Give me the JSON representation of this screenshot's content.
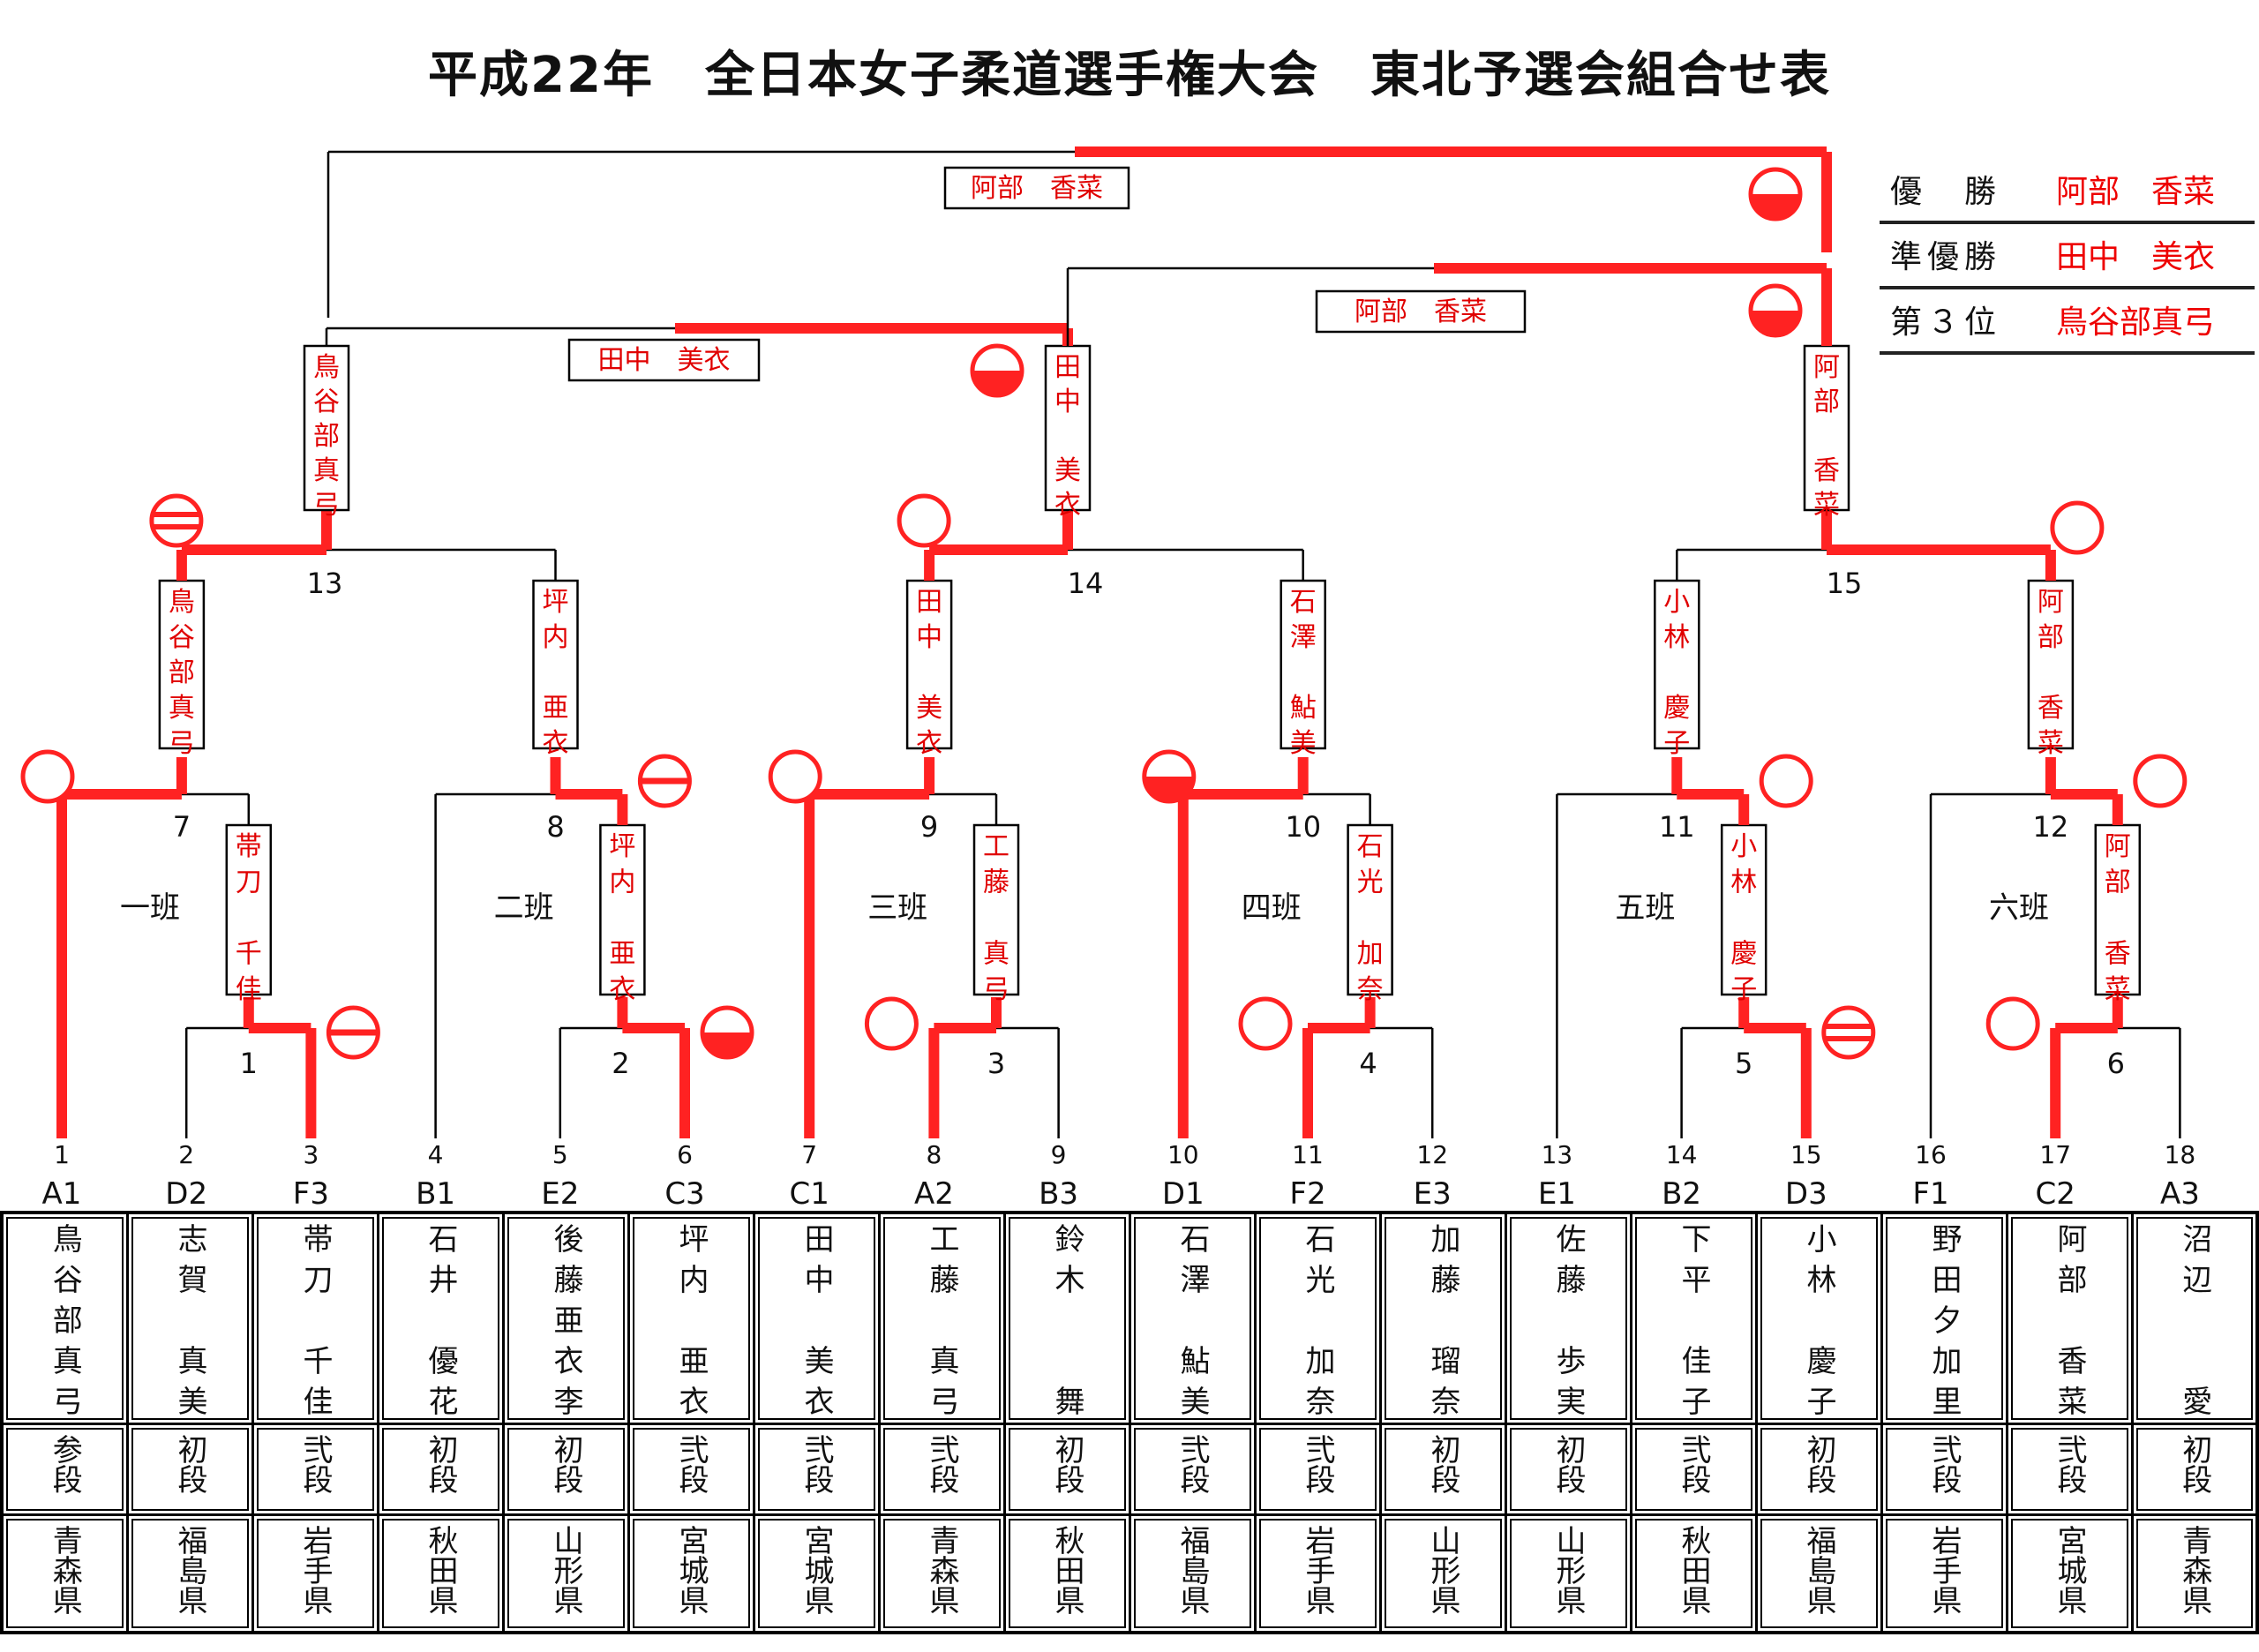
{
  "title": "平成22年　全日本女子柔道選手権大会　東北予選会組合せ表",
  "results": [
    {
      "label": "優　勝",
      "value": "阿部　香菜"
    },
    {
      "label": "準優勝",
      "value": "田中　美衣"
    },
    {
      "label": "第３位",
      "value": "鳥谷部真弓"
    }
  ],
  "groups": [
    "一班",
    "二班",
    "三班",
    "四班",
    "五班",
    "六班"
  ],
  "matches": [
    "1",
    "2",
    "3",
    "4",
    "5",
    "6",
    "7",
    "8",
    "9",
    "10",
    "11",
    "12",
    "13",
    "14",
    "15"
  ],
  "players": [
    {
      "num": "1",
      "code": "A1",
      "name": "鳥谷部真弓",
      "rank": "参段",
      "pref": "青森県"
    },
    {
      "num": "2",
      "code": "D2",
      "name": "志賀　真美",
      "rank": "初段",
      "pref": "福島県"
    },
    {
      "num": "3",
      "code": "F3",
      "name": "帯刀　千佳",
      "rank": "弐段",
      "pref": "岩手県"
    },
    {
      "num": "4",
      "code": "B1",
      "name": "石井　優花",
      "rank": "初段",
      "pref": "秋田県"
    },
    {
      "num": "5",
      "code": "E2",
      "name": "後藤亜衣李",
      "rank": "初段",
      "pref": "山形県"
    },
    {
      "num": "6",
      "code": "C3",
      "name": "坪内　亜衣",
      "rank": "弐段",
      "pref": "宮城県"
    },
    {
      "num": "7",
      "code": "C1",
      "name": "田中　美衣",
      "rank": "弐段",
      "pref": "宮城県"
    },
    {
      "num": "8",
      "code": "A2",
      "name": "工藤　真弓",
      "rank": "弐段",
      "pref": "青森県"
    },
    {
      "num": "9",
      "code": "B3",
      "name": "鈴木　　舞",
      "rank": "初段",
      "pref": "秋田県"
    },
    {
      "num": "10",
      "code": "D1",
      "name": "石澤　鮎美",
      "rank": "弐段",
      "pref": "福島県"
    },
    {
      "num": "11",
      "code": "F2",
      "name": "石光　加奈",
      "rank": "弐段",
      "pref": "岩手県"
    },
    {
      "num": "12",
      "code": "E3",
      "name": "加藤　瑠奈",
      "rank": "初段",
      "pref": "山形県"
    },
    {
      "num": "13",
      "code": "E1",
      "name": "佐藤　歩実",
      "rank": "初段",
      "pref": "山形県"
    },
    {
      "num": "14",
      "code": "B2",
      "name": "下平　佳子",
      "rank": "弐段",
      "pref": "秋田県"
    },
    {
      "num": "15",
      "code": "D3",
      "name": "小林　慶子",
      "rank": "初段",
      "pref": "福島県"
    },
    {
      "num": "16",
      "code": "F1",
      "name": "野田夕加里",
      "rank": "弐段",
      "pref": "岩手県"
    },
    {
      "num": "17",
      "code": "C2",
      "name": "阿部　香菜",
      "rank": "弐段",
      "pref": "宮城県"
    },
    {
      "num": "18",
      "code": "A3",
      "name": "沼辺　　愛",
      "rank": "初段",
      "pref": "青森県"
    }
  ],
  "winner_boxes": [
    {
      "id": "m1",
      "name": "帯刀　千佳"
    },
    {
      "id": "m2",
      "name": "坪内　亜衣"
    },
    {
      "id": "m3",
      "name": "工藤　真弓"
    },
    {
      "id": "m4",
      "name": "石光　加奈"
    },
    {
      "id": "m5",
      "name": "小林　慶子"
    },
    {
      "id": "m6",
      "name": "阿部　香菜"
    },
    {
      "id": "m7",
      "name": "鳥谷部真弓"
    },
    {
      "id": "m8",
      "name": "坪内　亜衣"
    },
    {
      "id": "m9",
      "name": "田中　美衣"
    },
    {
      "id": "m10",
      "name": "石澤　鮎美"
    },
    {
      "id": "m11",
      "name": "小林　慶子"
    },
    {
      "id": "m12",
      "name": "阿部　香菜"
    },
    {
      "id": "m13",
      "name": "鳥谷部真弓"
    },
    {
      "id": "m14",
      "name": "田中　美衣"
    },
    {
      "id": "m15",
      "name": "阿部　香菜"
    }
  ],
  "final_boxes": [
    {
      "id": "semi-a",
      "name": "田中　美衣"
    },
    {
      "id": "semi-b",
      "name": "阿部　香菜"
    },
    {
      "id": "final",
      "name": "阿部　香菜"
    }
  ],
  "colors": {
    "win": "#ff2222",
    "line": "#000000",
    "text_red": "#e00000"
  }
}
